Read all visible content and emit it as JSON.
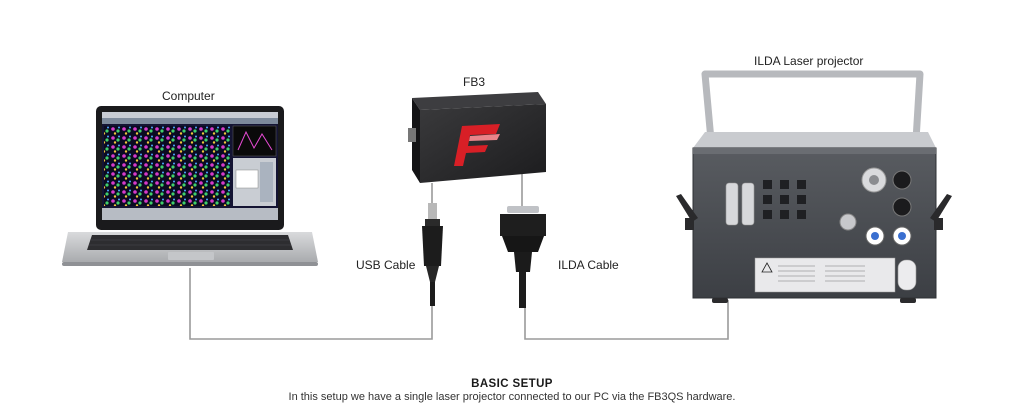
{
  "labels": {
    "computer": "Computer",
    "fb3": "FB3",
    "projector": "ILDA Laser projector",
    "usb_cable": "USB Cable",
    "ilda_cable": "ILDA Cable"
  },
  "caption": {
    "title": "BASIC SETUP",
    "body": "In this setup we have a single laser projector connected to our PC via the FB3QS hardware."
  },
  "colors": {
    "cable": "#9a9a9a",
    "device_dark": "#2b2b2d",
    "logo_red": "#d81f26",
    "projector_gray": "#4a4d52"
  }
}
